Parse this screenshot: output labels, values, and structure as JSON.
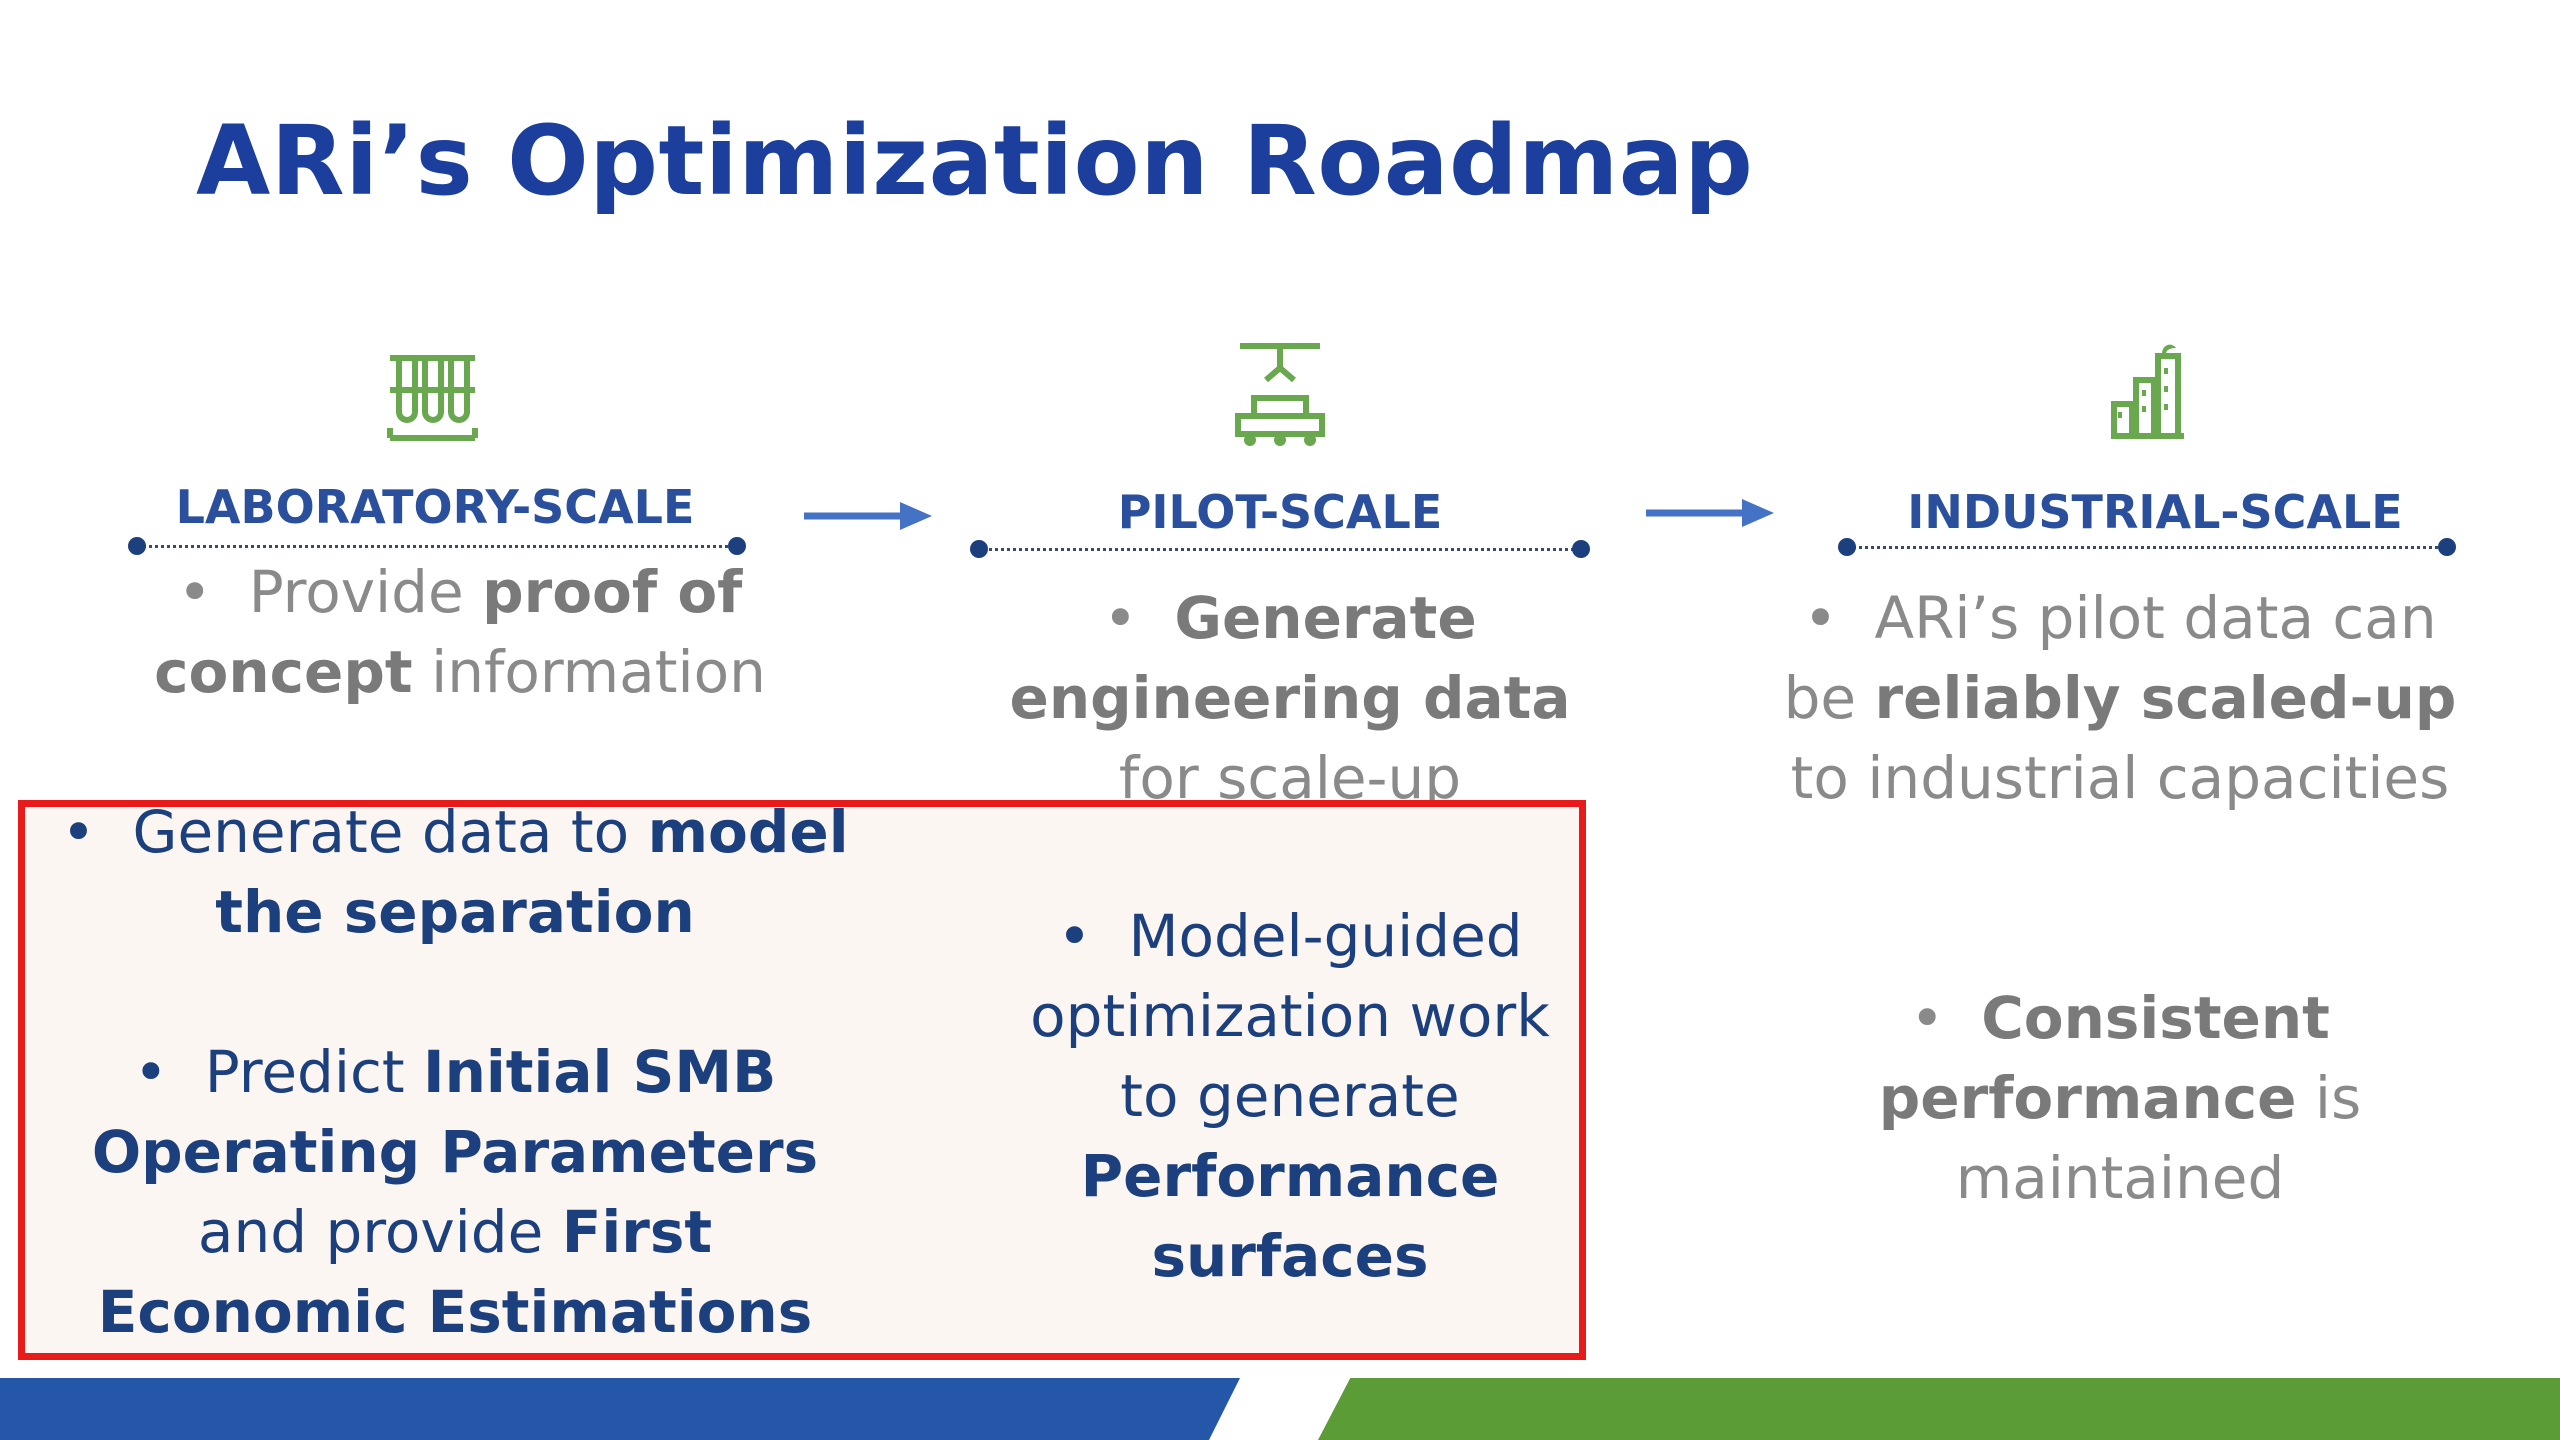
{
  "title": "ARi’s Optimization Roadmap",
  "colors": {
    "title": "#1c3f9e",
    "heading": "#2a4f9c",
    "icon_green": "#6aa84f",
    "arrow": "#4472c4",
    "highlight_border": "#e81a1a",
    "footer_blue": "#2457a8",
    "footer_green": "#5c9c36"
  },
  "stages": [
    {
      "heading": "LABORATORY-SCALE",
      "icon": "test-tubes-icon",
      "bullet": {
        "marker": "•",
        "pre": "Provide ",
        "bold": "proof of concept",
        "post": " information"
      }
    },
    {
      "heading": "PILOT-SCALE",
      "icon": "conveyor-robot-arm-icon",
      "bullet": {
        "marker": "•",
        "bold": "Generate engineering data",
        "post": " for scale-up"
      }
    },
    {
      "heading": "INDUSTRIAL-SCALE",
      "icon": "industrial-building-icon",
      "bullets": [
        {
          "marker": "•",
          "pre": "ARi’s pilot data can be ",
          "bold": "reliably scaled-up",
          "post": " to industrial capacities"
        },
        {
          "marker": "•",
          "bold": "Consistent performance",
          "post": " is maintained"
        }
      ]
    }
  ],
  "highlight": {
    "left": [
      {
        "marker": "•",
        "pre": "Generate data to ",
        "bold": "model the separation"
      },
      {
        "marker": "•",
        "pre": "Predict ",
        "bold": "Initial SMB Operating Parameters",
        "mid": " and provide ",
        "bold2": "First Economic Estimations"
      }
    ],
    "right": {
      "marker": "•",
      "pre": "Model-guided optimization work to generate ",
      "bold": "Performance surfaces"
    }
  }
}
